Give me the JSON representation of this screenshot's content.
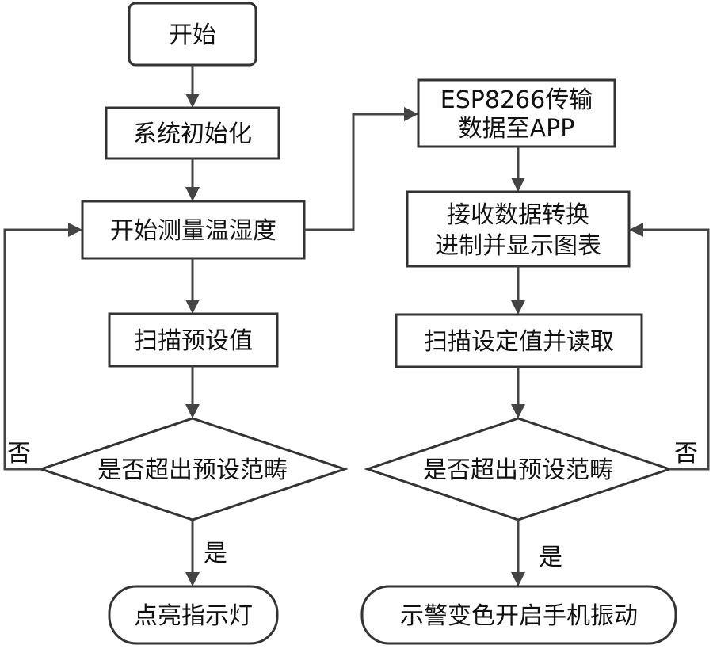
{
  "left_flow": {
    "start": "开始",
    "init": "系统初始化",
    "measure": "开始测量温湿度",
    "scan": "扫描预设值",
    "decision": "是否超出预设范畴",
    "no_label": "否",
    "yes_label": "是",
    "end": "点亮指示灯"
  },
  "right_flow": {
    "transmit_line1": "ESP8266传输",
    "transmit_line2": "数据至APP",
    "receive_line1": "接收数据转换",
    "receive_line2": "进制并显示图表",
    "scan": "扫描设定值并读取",
    "decision": "是否超出预设范畴",
    "no_label": "否",
    "yes_label": "是",
    "end": "示警变色开启手机振动"
  }
}
